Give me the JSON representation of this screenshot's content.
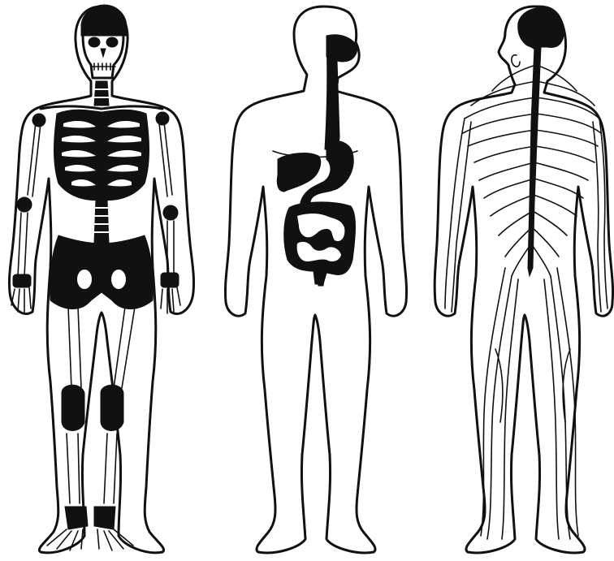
{
  "figures": [
    {
      "id": "skeleton",
      "system": "skeletal"
    },
    {
      "id": "digestive",
      "system": "digestive"
    },
    {
      "id": "nervous",
      "system": "nervous"
    }
  ],
  "colors": {
    "ink": "#111111",
    "paper": "#ffffff"
  }
}
